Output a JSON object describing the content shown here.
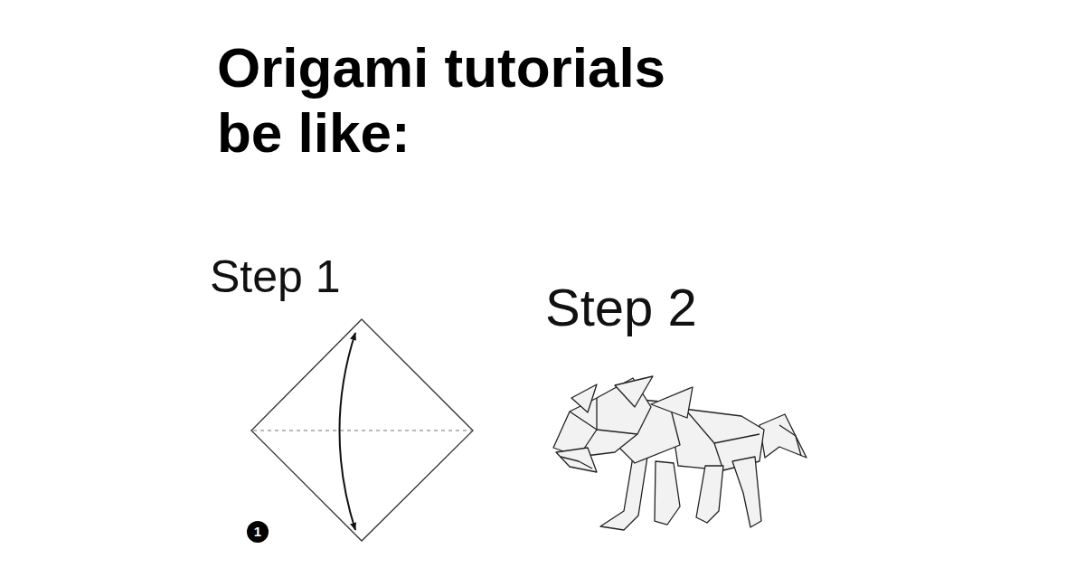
{
  "diagram": {
    "title": "Origami tutorials be like:",
    "labels": [
      "Step 1",
      "Step 2",
      "1"
    ]
  }
}
